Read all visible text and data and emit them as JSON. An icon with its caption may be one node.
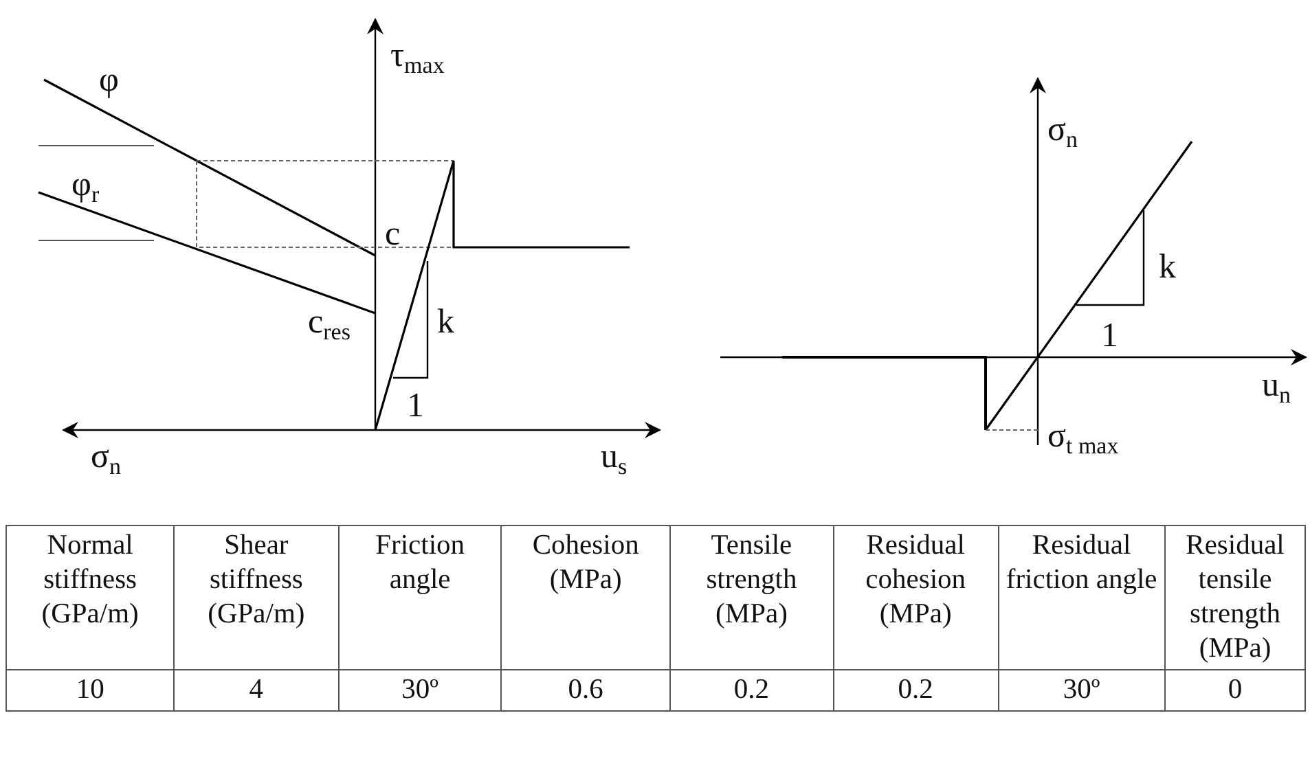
{
  "diagram": {
    "labels": [
      "τ$_{max}$",
      "φ",
      "φ$_{r}$",
      "c",
      "c$_{res}$",
      "k",
      "1",
      "σ$_{n}$",
      "u$_{s}$",
      "σ$_{n}$",
      "k",
      "1",
      "u$_{n}$",
      "σ$_{t max}$",
      "Normal stiffness (GPa/m)",
      "Shear stiffness (GPa/m)",
      "Friction angle",
      "Cohesion (MPa)",
      "Tensile strength (MPa)",
      "Residual cohesion (MPa)",
      "Residual friction angle",
      "Residual tensile strength (MPa)",
      "10",
      "4",
      "30º",
      "0.6",
      "0.2",
      "0.2",
      "30º",
      "0"
    ]
  }
}
